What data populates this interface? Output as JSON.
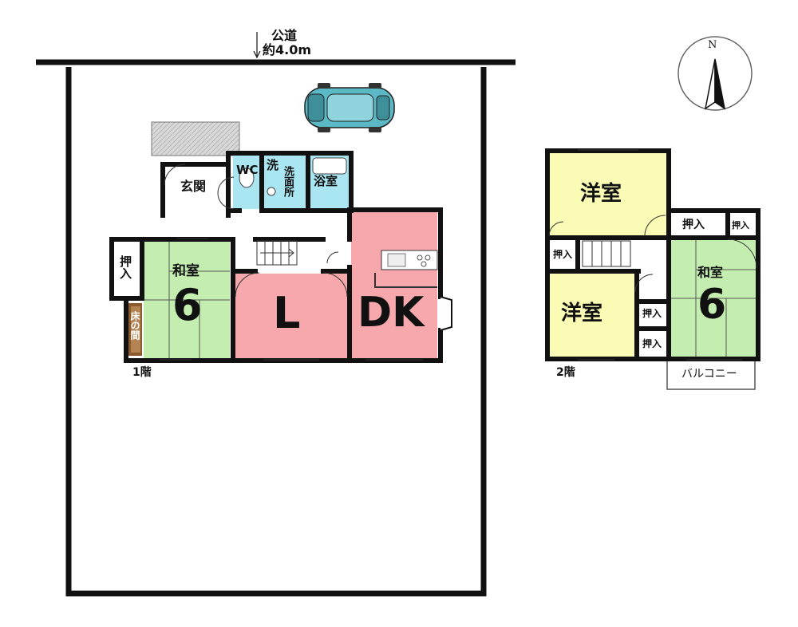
{
  "road": {
    "name": "公道",
    "width": "約4.0m"
  },
  "compass": {
    "north_label": "N"
  },
  "floor1": {
    "label": "1階",
    "rooms": {
      "genkan": "玄関",
      "wc": "WC",
      "sen": "洗",
      "senmenjo": "洗面所",
      "yokushitsu": "浴室",
      "washitsu": "和室",
      "washitsu_size": "6",
      "oshiire": "押入",
      "tokonoma": "床の間",
      "living": "L",
      "dk": "DK"
    }
  },
  "floor2": {
    "label": "2階",
    "rooms": {
      "youshitsu_top": "洋室",
      "youshitsu_bottom": "洋室",
      "washitsu": "和室",
      "washitsu_size": "6",
      "oshiire": "押入",
      "balcony": "バルコニー"
    }
  },
  "colors": {
    "washitsu": "#c3eeb0",
    "living": "#f6a8ac",
    "youshitsu": "#fafbb4",
    "bath": "#a9e6f2",
    "wall": "#111111",
    "car": "#5ab9c4"
  }
}
